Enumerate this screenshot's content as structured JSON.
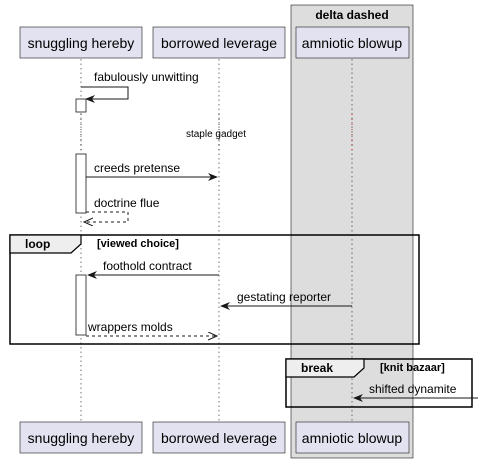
{
  "box_group": {
    "title": "delta dashed"
  },
  "participants": {
    "p1": "snuggling hereby",
    "p2": "borrowed leverage",
    "p3": "amniotic blowup"
  },
  "messages": {
    "m1": "fabulously unwitting",
    "divider": "staple gadget",
    "m2": "creeds pretense",
    "m3": "doctrine flue",
    "m4": "foothold contract",
    "m5": "gestating reporter",
    "m6": "wrappers molds",
    "m7": "shifted dynamite"
  },
  "fragments": {
    "loop": {
      "keyword": "loop",
      "condition": "[viewed choice]"
    },
    "break": {
      "keyword": "break",
      "condition": "[knit bazaar]"
    }
  },
  "colors": {
    "participant_fill": "#e2e2f0",
    "box_group_fill": "#dddddd",
    "fragment_tab_fill": "#eeeeee",
    "divider_dots": "#c00000"
  }
}
